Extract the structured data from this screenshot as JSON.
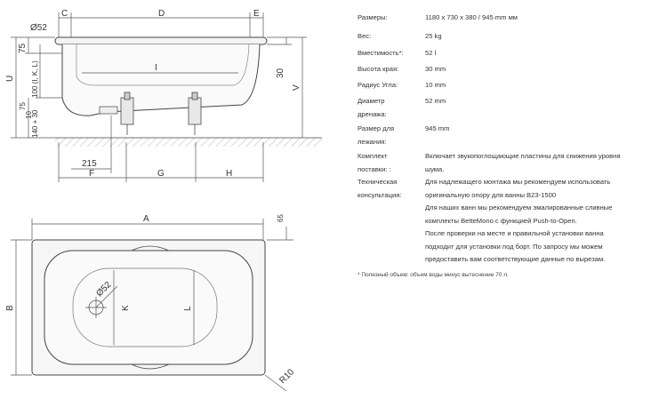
{
  "drawing": {
    "side_view": {
      "dim_top": [
        "C",
        "D",
        "E"
      ],
      "dim_bottom": [
        "F",
        "G",
        "H"
      ],
      "dia_label": "Ø52",
      "inner_label": "I",
      "left_vertical": [
        "U",
        "75",
        "100 (I, K, L)",
        "140 + 30",
        "75",
        "10"
      ],
      "right_vertical": [
        "30",
        "V"
      ],
      "bottom_dim": "215"
    },
    "top_view": {
      "width_label": "A",
      "height_label": "B",
      "corner_offset": "65",
      "k_label": "K",
      "l_label": "L",
      "dia_label": "Ø52",
      "radius_label": "R10"
    }
  },
  "specs": [
    {
      "label": "Размеры:",
      "value": [
        "1180 x 730 x 380 / 945 mm мм"
      ]
    },
    {
      "label": "Вес:",
      "value": [
        "25 kg"
      ]
    },
    {
      "label": "Вместимость*:",
      "value": [
        "52 l"
      ]
    },
    {
      "label": "Высота края:",
      "value": [
        "30 mm"
      ]
    },
    {
      "label": "Радиус Угла:",
      "value": [
        "10 mm"
      ]
    },
    {
      "label": "Диаметр\nдренажа:",
      "value": [
        "52 mm"
      ]
    },
    {
      "label": "Размер для\nлежания:",
      "value": [
        "945 mm"
      ]
    },
    {
      "label": "Комплект\nпоставки: :",
      "value": [
        "Включает звукопоглощающие пластины для снижения уровня",
        "шума."
      ]
    },
    {
      "label": "Техническая\nконсультация:",
      "value": [
        "Для надлежащего монтажа мы рекомендуем использовать",
        "оригинальную опору для ванны B23-1500",
        "Для наших ванн мы рекомендуем эмалированные сливные",
        "комплекты BetteMono с функцией Push-to-Open.",
        "После проверки на месте и правильной установки ванна",
        "подходит для установки под борт. По запросу мы можем",
        "предоставить вам соответствующие данные по вырезам."
      ]
    }
  ],
  "footnote": "* Полезный объем: объем воды минус вытеснение 70 л."
}
